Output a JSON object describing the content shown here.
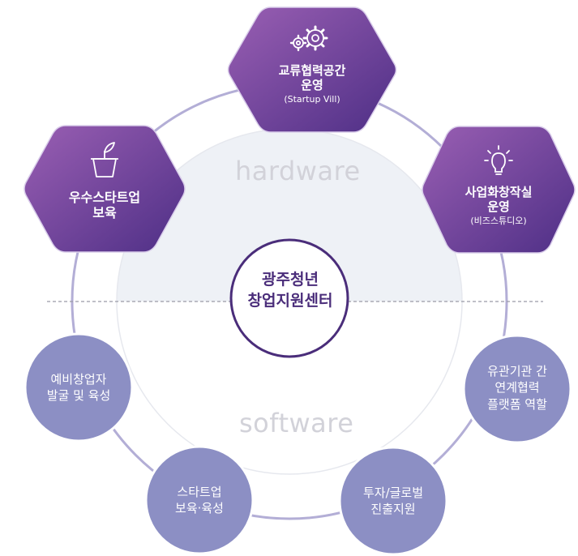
{
  "center": {
    "line1": "광주청년",
    "line2": "창업지원센터"
  },
  "sections": {
    "hardware": "hardware",
    "software": "software"
  },
  "hexagons": [
    {
      "icon": "gears-icon",
      "line1": "교류협력공간",
      "line2": "운영",
      "sub": "(Startup Vill)"
    },
    {
      "icon": "plant-pot-icon",
      "line1": "우수스타트업",
      "line2": "보육",
      "sub": ""
    },
    {
      "icon": "lightbulb-icon",
      "line1": "사업화창작실",
      "line2": "운영",
      "sub": "(비즈스튜디오)"
    }
  ],
  "circles": [
    {
      "line1": "예비창업자",
      "line2": "발굴 및 육성"
    },
    {
      "line1": "스타트업",
      "line2": "보육·육성"
    },
    {
      "line1": "투자/글로벌",
      "line2": "진출지원"
    },
    {
      "line1": "유관기관 간",
      "line2": "연계협력",
      "line3": "플랫폼 역할"
    }
  ],
  "colors": {
    "hex_gradient_start": "#9a5fb3",
    "hex_gradient_end": "#4e2f86",
    "circle_fill": "#8c8fc4",
    "ring": "#b3aed6",
    "center_border": "#4a2d7a",
    "hardware_band": "#eef1f6"
  }
}
